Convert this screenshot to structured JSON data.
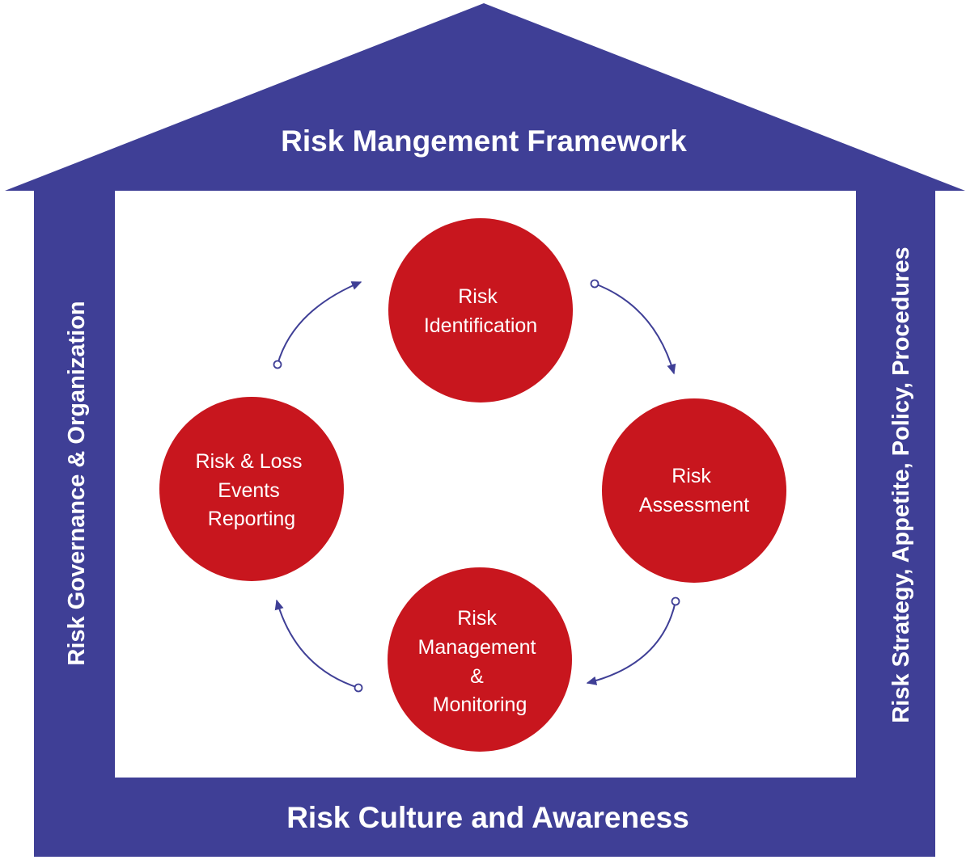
{
  "colors": {
    "house": "#3f3f96",
    "interior": "#ffffff",
    "circle": "#c8161e",
    "arrow": "#3f3f96",
    "text": "#ffffff"
  },
  "roof": {
    "title": "Risk Mangement Framework"
  },
  "left_pillar": {
    "label": "Risk Governance & Organization"
  },
  "right_pillar": {
    "label": "Risk Strategy, Appetite, Policy, Procedures"
  },
  "foundation": {
    "label": "Risk Culture and Awareness"
  },
  "cycle": {
    "nodes": [
      {
        "id": "identification",
        "lines": [
          "Risk",
          "Identification"
        ]
      },
      {
        "id": "assessment",
        "lines": [
          "Risk",
          "Assessment"
        ]
      },
      {
        "id": "management",
        "lines": [
          "Risk",
          "Management",
          "&",
          "Monitoring"
        ]
      },
      {
        "id": "reporting",
        "lines": [
          "Risk & Loss",
          "Events",
          "Reporting"
        ]
      }
    ],
    "arrows": [
      {
        "from": "reporting",
        "to": "identification"
      },
      {
        "from": "identification",
        "to": "assessment"
      },
      {
        "from": "assessment",
        "to": "management"
      },
      {
        "from": "management",
        "to": "reporting"
      }
    ]
  }
}
